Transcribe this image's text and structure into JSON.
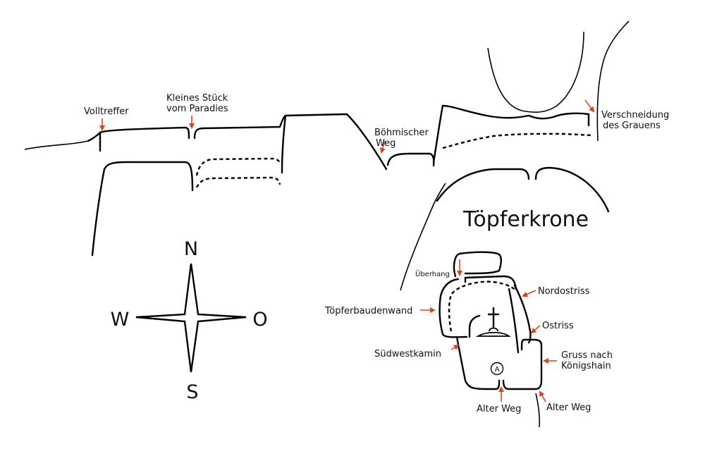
{
  "labels": {
    "volltreffer": "Volltreffer",
    "kleines_line1": "Kleines Stück",
    "kleines_line2": "vom Paradies",
    "boehmischer_line1": "Böhmischer",
    "boehmischer_line2": "Weg",
    "verschneidung_line1": "Verschneidung",
    "verschneidung_line2": "des Grauens",
    "topferkrone": "Töpferkrone",
    "ueberhang": "Überhang",
    "nordostriss": "Nordostriss",
    "topferbaudenwand": "Töpferbaudenwand",
    "ostriss": "Ostriss",
    "suedwestkamin": "Südwestkamin",
    "gruss_line1": "Gruss nach",
    "gruss_line2": "Königshain",
    "alter_weg_1": "Alter Weg",
    "alter_weg_2": "Alter Weg",
    "marker_a": "A"
  },
  "compass": {
    "north": "N",
    "south": "S",
    "west": "W",
    "east": "O"
  },
  "colors": {
    "arrow": "#d9441c",
    "line": "#000000",
    "background": "#ffffff"
  },
  "icons": [
    "summit-cross-icon",
    "summit-book-icon",
    "compass-rose-icon"
  ]
}
